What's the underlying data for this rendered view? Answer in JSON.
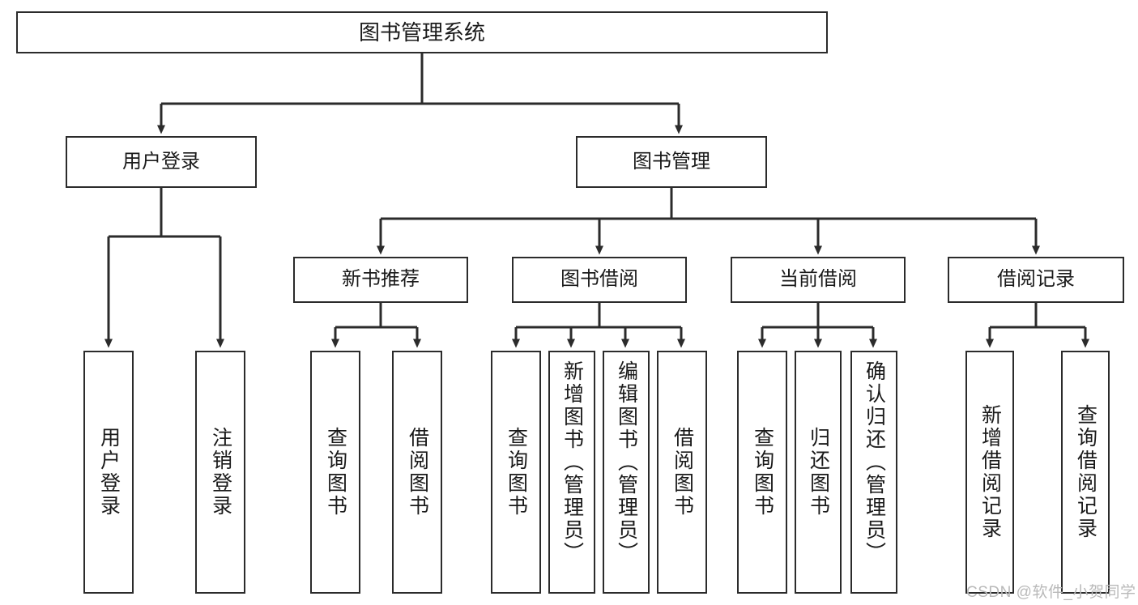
{
  "diagram": {
    "title": "图书管理系统",
    "type": "tree-hierarchy-chart",
    "colors": {
      "stroke": "#2b2b2b",
      "fill": "#ffffff",
      "text": "#1a1a1a",
      "watermark": "#b9b9b9"
    },
    "watermark": "CSDN @软件_小贺同学"
  },
  "nodes": {
    "root": {
      "label": "图书管理系统"
    },
    "level1": [
      {
        "label": "用户登录"
      },
      {
        "label": "图书管理"
      }
    ],
    "level2": [
      {
        "label": "新书推荐"
      },
      {
        "label": "图书借阅"
      },
      {
        "label": "当前借阅"
      },
      {
        "label": "借阅记录"
      }
    ],
    "leaves": {
      "user_login": [
        {
          "label": "用户登录"
        },
        {
          "label": "注销登录"
        }
      ],
      "new_book_recommend": [
        {
          "label": "查询图书"
        },
        {
          "label": "借阅图书"
        }
      ],
      "book_borrow": [
        {
          "label": "查询图书"
        },
        {
          "label": "新增图书（管理员）"
        },
        {
          "label": "编辑图书（管理员）"
        },
        {
          "label": "借阅图书"
        }
      ],
      "current_borrow": [
        {
          "label": "查询图书"
        },
        {
          "label": "归还图书"
        },
        {
          "label": "确认归还（管理员）"
        }
      ],
      "borrow_record": [
        {
          "label": "新增借阅记录"
        },
        {
          "label": "查询借阅记录"
        }
      ]
    }
  }
}
